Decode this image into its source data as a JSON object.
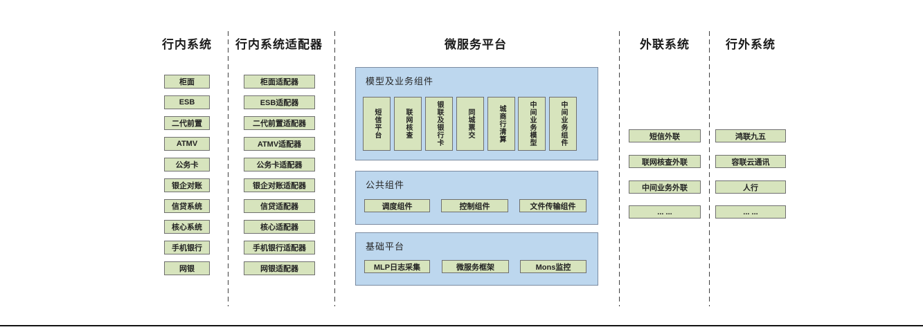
{
  "diagram": {
    "colors": {
      "box_fill_green": "#d7e4bd",
      "box_border": "#6e6e6e",
      "container_fill_blue": "#bdd7ee",
      "container_border": "#7a8aa0",
      "divider_color": "#3c3c3c",
      "bottom_rule_color": "#111111"
    },
    "columns": {
      "internal": {
        "title": "行内系统",
        "items": [
          "柜面",
          "ESB",
          "二代前置",
          "ATMV",
          "公务卡",
          "银企对账",
          "信贷系统",
          "核心系统",
          "手机银行",
          "网银"
        ]
      },
      "adapters": {
        "title": "行内系统适配器",
        "items": [
          "柜面适配器",
          "ESB适配器",
          "二代前置适配器",
          "ATMV适配器",
          "公务卡适配器",
          "银企对账适配器",
          "信贷适配器",
          "核心适配器",
          "手机银行适配器",
          "网银适配器"
        ]
      },
      "platform": {
        "title": "微服务平台",
        "model_group": {
          "title": "模型及业务组件",
          "items": [
            "短信平台",
            "联网核查",
            "银联及银行卡",
            "同城票交",
            "城商行清算",
            "中间业务模型",
            "中间业务组件"
          ]
        },
        "common_group": {
          "title": "公共组件",
          "items": [
            "调度组件",
            "控制组件",
            "文件传输组件"
          ]
        },
        "base_group": {
          "title": "基础平台",
          "items": [
            "MLP日志采集",
            "微服务框架",
            "Mons监控"
          ]
        }
      },
      "outbound": {
        "title": "外联系统",
        "items": [
          "短信外联",
          "联网核查外联",
          "中间业务外联",
          "... ..."
        ]
      },
      "external": {
        "title": "行外系统",
        "items": [
          "鸿联九五",
          "容联云通讯",
          "人行",
          "... ..."
        ]
      }
    }
  }
}
